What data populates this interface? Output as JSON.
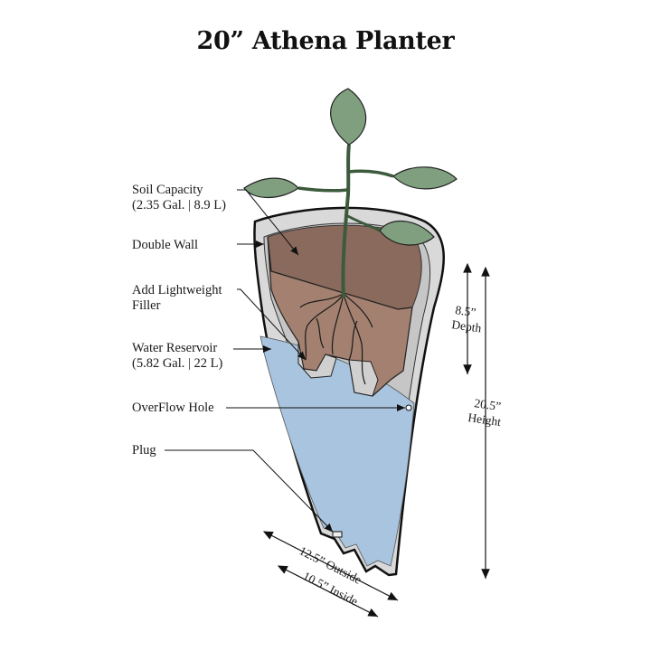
{
  "title": "20” Athena Planter",
  "labels": {
    "soil_capacity_1": "Soil Capacity",
    "soil_capacity_2": "(2.35 Gal. | 8.9 L)",
    "double_wall": "Double Wall",
    "filler_1": "Add Lightweight",
    "filler_2": "Filler",
    "reservoir_1": "Water Reservoir",
    "reservoir_2": "(5.82 Gal. | 22 L)",
    "overflow": "OverFlow Hole",
    "plug": "Plug"
  },
  "dimensions": {
    "depth_value": "8.5”",
    "depth_label": "Depth",
    "height_value": "20.5”",
    "height_label": "Height",
    "outside": "12.5” Outside",
    "inside": "10.5” Inside"
  },
  "colors": {
    "soil": "#8a6a5c",
    "soil_cut": "#a3806f",
    "water": "#a9c4df",
    "wall": "#d9d9d9",
    "leaf": "#7f9f7f",
    "outline": "#111111"
  }
}
